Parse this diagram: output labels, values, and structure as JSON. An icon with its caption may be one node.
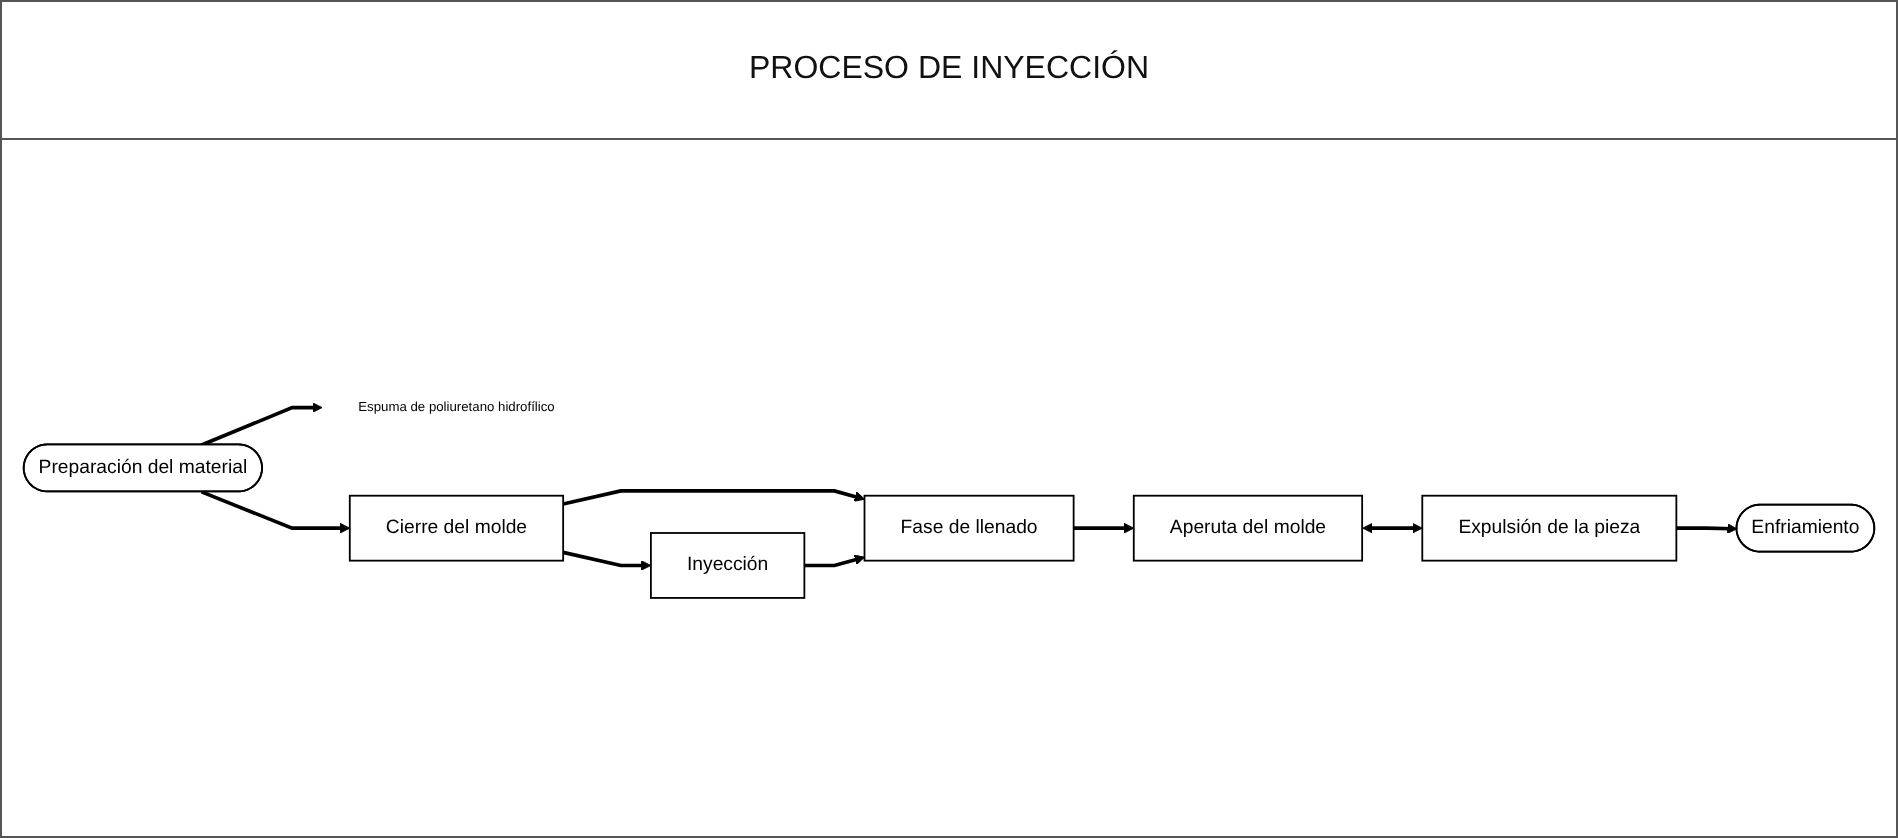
{
  "diagram": {
    "title": "PROCESO DE INYECCIÓN",
    "nodes": [
      {
        "text": [
          "Preparación del material"
        ]
      },
      {
        "text": [
          "Espuma de poliuretano hidrofílico"
        ]
      },
      {
        "text": [
          "Cierre del molde"
        ]
      },
      {
        "text": [
          "Inyección"
        ]
      },
      {
        "text": [
          "Fase de llenado"
        ]
      },
      {
        "text": [
          "Aperuta del molde"
        ]
      },
      {
        "text": [
          "Expulsión de la pieza"
        ]
      },
      {
        "text": [
          "Enfriamiento"
        ]
      }
    ],
    "edges": [
      {
        "from": 0,
        "to": 1,
        "arrow": "to"
      },
      {
        "from": 0,
        "to": 2,
        "arrow": "to"
      },
      {
        "from": 2,
        "to": 3,
        "arrow": "to"
      },
      {
        "from": 2,
        "to": 4,
        "arrow": "to"
      },
      {
        "from": 3,
        "to": 4,
        "arrow": "to"
      },
      {
        "from": 4,
        "to": 5,
        "arrow": "to"
      },
      {
        "from": 5,
        "to": 6,
        "arrow": "both"
      },
      {
        "from": 6,
        "to": 7,
        "arrow": "to"
      }
    ]
  }
}
